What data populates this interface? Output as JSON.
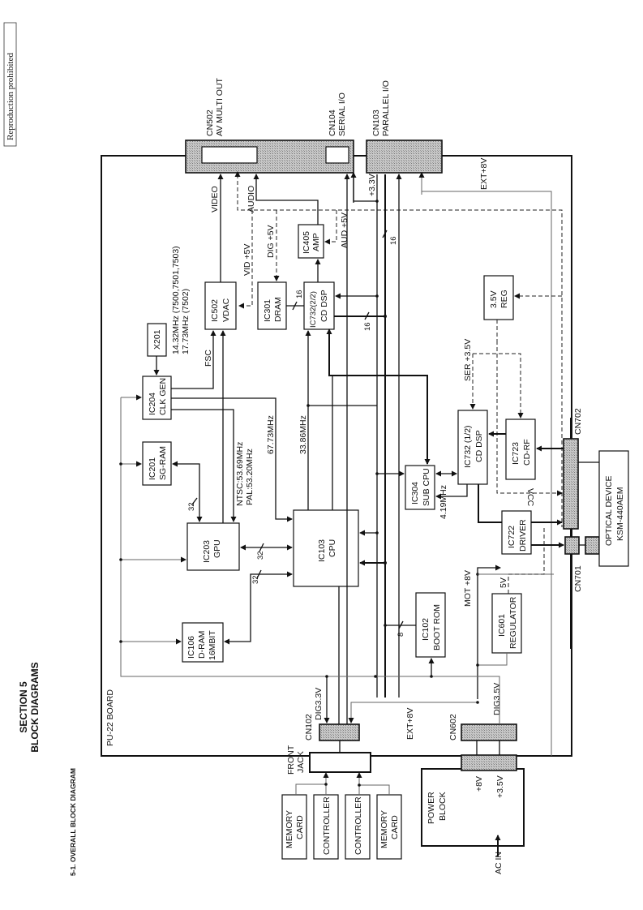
{
  "page": {
    "stamp": "Reproduction prohibited",
    "section_title": "SECTION 5",
    "section_subtitle": "BLOCK DIAGRAMS",
    "figure_title": "5-1. OVERALL BLOCK DIAGRAM"
  },
  "board": {
    "label": "PU-22 BOARD"
  },
  "connectors": {
    "cn502": {
      "id": "CN502",
      "name": "AV MULTI OUT"
    },
    "cn104": {
      "id": "CN104",
      "name": "SERIAL I/O"
    },
    "cn103": {
      "id": "CN103",
      "name": "PARALLEL I/O"
    },
    "cn702": {
      "id": "CN702"
    },
    "cn701": {
      "id": "CN701"
    },
    "cn102": {
      "id": "CN102",
      "name": "DIG3.3V"
    },
    "cn602": {
      "id": "CN602",
      "name": "DIG3.5V"
    }
  },
  "blocks": {
    "x201": {
      "l1": "X201"
    },
    "ic204": {
      "l1": "IC204",
      "l2": "CLK GEN"
    },
    "ic201": {
      "l1": "IC201",
      "l2": "SG-RAM"
    },
    "ic203": {
      "l1": "IC203",
      "l2": "GPU"
    },
    "ic106": {
      "l1": "IC106",
      "l2": "D-RAM",
      "l3": "16MBIT"
    },
    "ic502": {
      "l1": "IC502",
      "l2": "VDAC"
    },
    "ic301": {
      "l1": "IC301",
      "l2": "DRAM"
    },
    "ic732b": {
      "l1": "IC732(2/2)",
      "l2": "CD DSP"
    },
    "ic405": {
      "l1": "IC405",
      "l2": "AMP"
    },
    "ic103": {
      "l1": "IC103",
      "l2": "CPU"
    },
    "ic304": {
      "l1": "IC304",
      "l2": "SUB CPU"
    },
    "ic732a": {
      "l1": "IC732 (1/2)",
      "l2": "CD DSP"
    },
    "ic723": {
      "l1": "IC723",
      "l2": "CD-RF"
    },
    "ic722": {
      "l1": "IC722",
      "l2": "DRIVER"
    },
    "reg35": {
      "l1": "3.5V",
      "l2": "REG"
    },
    "ic102": {
      "l1": "IC102",
      "l2": "BOOT ROM"
    },
    "ic601": {
      "l1": "IC601",
      "l2": "REGULATOR"
    },
    "optical": {
      "l1": "OPTICAL DEVICE",
      "l2": "KSM-440AEM"
    },
    "front_jack": {
      "l1": "FRONT",
      "l2": "JACK"
    },
    "memcard1": {
      "l1": "MEMORY",
      "l2": "CARD"
    },
    "ctrl1": {
      "l1": "CONTROLLER"
    },
    "ctrl2": {
      "l1": "CONTROLLER"
    },
    "memcard2": {
      "l1": "MEMORY",
      "l2": "CARD"
    },
    "power": {
      "l1": "POWER",
      "l2": "BLOCK",
      "v8": "+8V",
      "v35": "+3.5V",
      "ac": "AC IN"
    }
  },
  "signals": {
    "video": "VIDEO",
    "audio": "AUDIO",
    "vid5v": "VID +5V",
    "dig5v": "DIG +5V",
    "aud5v": "AUD +5V",
    "v33": "+3.3V",
    "ext8v_top": "EXT+8V",
    "ext8v_bot": "EXT+8V",
    "freq1": "14.32MHz (7500,7501,7503)",
    "freq2": "17.73MHz (7502)",
    "fsc": "FSC",
    "ntsc": "NTSC:53.69MHz",
    "pal": "PAL:53.20MHz",
    "f6773": "67.73MHz",
    "f3386": "33.86MHz",
    "f419": "4.19MHz",
    "ser35": "SER +3.5V",
    "vcc": "VCC",
    "mot8v": "MOT +8V",
    "v5": "5V",
    "bus16a": "16",
    "bus16b": "16",
    "bus16c": "16",
    "bus32a": "32",
    "bus32b": "32",
    "bus32c": "32",
    "bus8": "8"
  }
}
